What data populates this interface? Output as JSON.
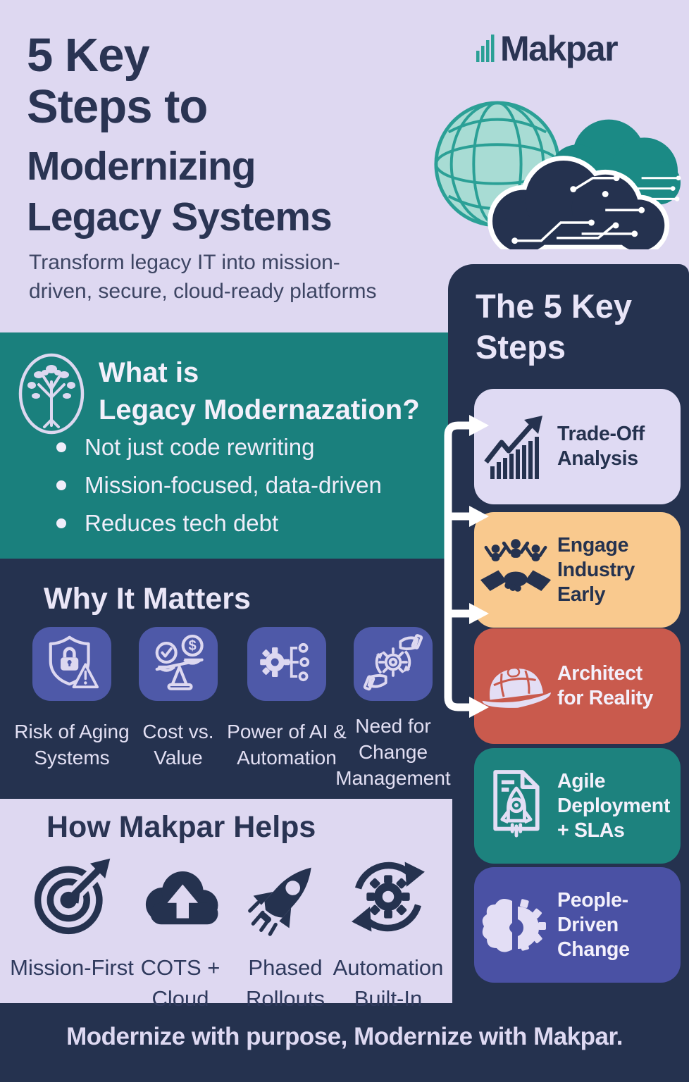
{
  "header": {
    "title_line1": "5 Key",
    "title_line2": "Steps to",
    "title_line3": "Modernizing",
    "title_line4": "Legacy Systems",
    "subtitle_line1": "Transform legacy IT into mission-",
    "subtitle_line2": "driven, secure, cloud-ready platforms",
    "logo_text": "Makpar",
    "art_icons": [
      "globe-icon",
      "teal-cloud-icon",
      "circuit-cloud-icon"
    ]
  },
  "what_section": {
    "icon": "tree-icon",
    "heading_line1": "What is",
    "heading_line2": "Legacy Modernazation?",
    "bullets": [
      "Not just code rewriting",
      "Mission-focused, data-driven",
      "Reduces tech debt"
    ]
  },
  "why_section": {
    "heading": "Why It Matters",
    "items": [
      {
        "icon": "shield-lock-alert-icon",
        "lines": [
          "Risk of Aging",
          "Systems"
        ]
      },
      {
        "icon": "scales-check-dollar-icon",
        "lines": [
          "Cost vs.",
          "Value"
        ]
      },
      {
        "icon": "gear-circuit-icon",
        "lines": [
          "Power of AI &",
          "Automation"
        ]
      },
      {
        "icon": "hands-gear-cycle-icon",
        "lines": [
          "Need for",
          "Change",
          "Management"
        ]
      }
    ]
  },
  "how_section": {
    "heading": "How Makpar Helps",
    "items": [
      {
        "icon": "target-arrow-icon",
        "lines": [
          "Mission-First",
          ""
        ]
      },
      {
        "icon": "cloud-upload-icon",
        "lines": [
          "COTS +",
          "Cloud"
        ]
      },
      {
        "icon": "rocket-icon",
        "lines": [
          "Phased",
          "Rollouts"
        ]
      },
      {
        "icon": "gear-refresh-icon",
        "lines": [
          "Automation",
          "Built-In"
        ]
      }
    ]
  },
  "steps_panel": {
    "heading_line1": "The 5 Key",
    "heading_line2": "Steps",
    "steps": [
      {
        "icon": "growth-chart-icon",
        "bg": "#DFDAF3",
        "lines": [
          "Trade-Off",
          "Analysis",
          ""
        ]
      },
      {
        "icon": "handshake-team-icon",
        "bg": "#F9C98E",
        "lines": [
          "Engage",
          "Industry",
          "Early"
        ]
      },
      {
        "icon": "hardhat-icon",
        "bg": "#C95A4D",
        "lines": [
          "Architect",
          "for Reality",
          ""
        ]
      },
      {
        "icon": "doc-rocket-icon",
        "bg": "#1D827E",
        "lines": [
          "Agile",
          "Deployment",
          "+ SLAs"
        ]
      },
      {
        "icon": "brain-gear-icon",
        "bg": "#4A51A4",
        "lines": [
          "People-",
          "Driven",
          "Change"
        ]
      }
    ]
  },
  "footer": {
    "tagline": "Modernize with purpose, Modernize with Makpar."
  },
  "colors": {
    "background": "#DED8F1",
    "navy": "#25324F",
    "teal": "#1A807D",
    "tile_indigo": "#4E59A8",
    "card_lavender": "#DFDAF3",
    "card_orange": "#F9C98E",
    "card_red": "#C95A4D",
    "card_teal": "#1D827E",
    "card_indigo": "#4A51A4",
    "logo_teal": "#2BA096",
    "globe_mint": "#A8DCD4",
    "icon_lavender": "#DDD8F0"
  }
}
